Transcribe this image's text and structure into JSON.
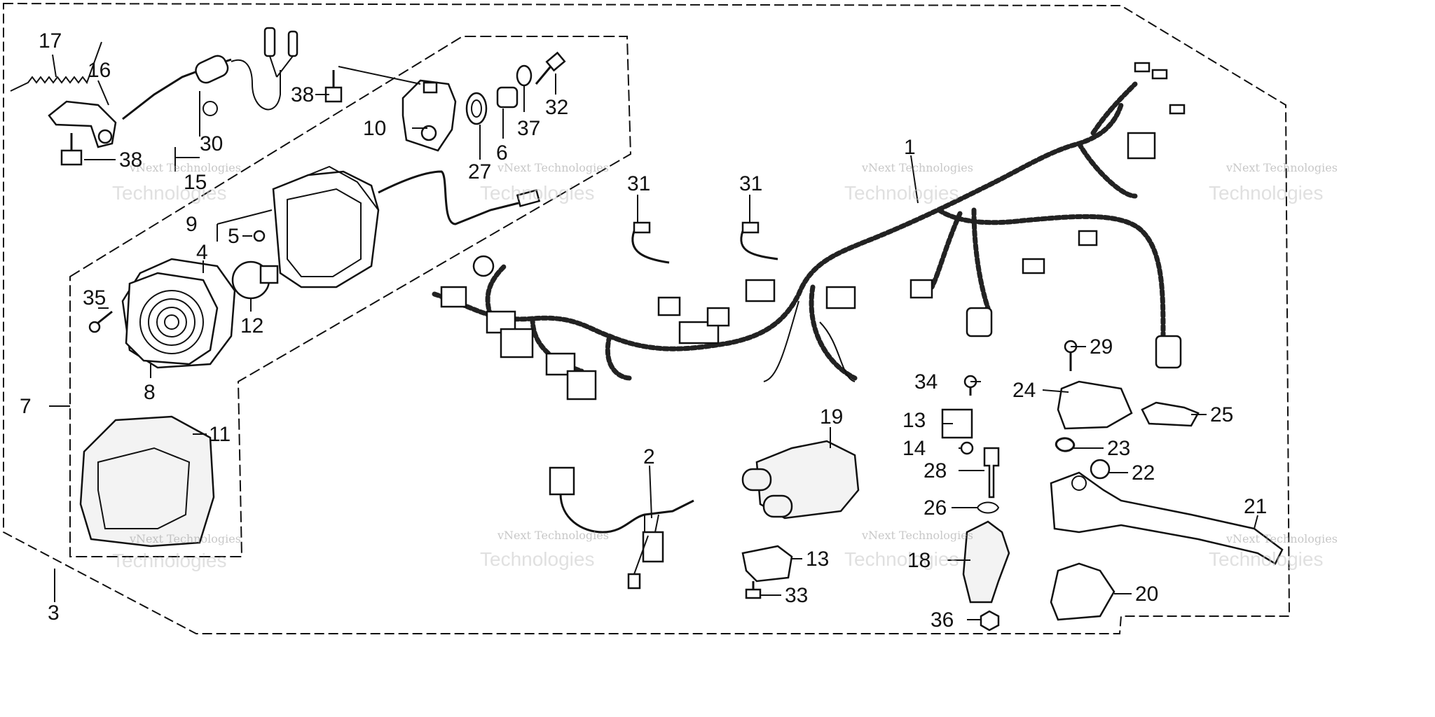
{
  "watermark": {
    "line1": "vNext Technologies",
    "line2": "Technologies"
  },
  "callouts": [
    {
      "id": "c1",
      "text": "1"
    },
    {
      "id": "c2",
      "text": "2"
    },
    {
      "id": "c3",
      "text": "3"
    },
    {
      "id": "c4",
      "text": "4"
    },
    {
      "id": "c5",
      "text": "5"
    },
    {
      "id": "c6",
      "text": "6"
    },
    {
      "id": "c7",
      "text": "7"
    },
    {
      "id": "c8",
      "text": "8"
    },
    {
      "id": "c9",
      "text": "9"
    },
    {
      "id": "c10",
      "text": "10"
    },
    {
      "id": "c11",
      "text": "11"
    },
    {
      "id": "c12",
      "text": "12"
    },
    {
      "id": "c13a",
      "text": "13"
    },
    {
      "id": "c13b",
      "text": "13"
    },
    {
      "id": "c14",
      "text": "14"
    },
    {
      "id": "c15",
      "text": "15"
    },
    {
      "id": "c16",
      "text": "16"
    },
    {
      "id": "c17",
      "text": "17"
    },
    {
      "id": "c18",
      "text": "18"
    },
    {
      "id": "c19",
      "text": "19"
    },
    {
      "id": "c20",
      "text": "20"
    },
    {
      "id": "c21",
      "text": "21"
    },
    {
      "id": "c22",
      "text": "22"
    },
    {
      "id": "c23",
      "text": "23"
    },
    {
      "id": "c24",
      "text": "24"
    },
    {
      "id": "c25",
      "text": "25"
    },
    {
      "id": "c26",
      "text": "26"
    },
    {
      "id": "c27",
      "text": "27"
    },
    {
      "id": "c28",
      "text": "28"
    },
    {
      "id": "c29",
      "text": "29"
    },
    {
      "id": "c30",
      "text": "30"
    },
    {
      "id": "c31a",
      "text": "31"
    },
    {
      "id": "c31b",
      "text": "31"
    },
    {
      "id": "c32",
      "text": "32"
    },
    {
      "id": "c33",
      "text": "33"
    },
    {
      "id": "c34",
      "text": "34"
    },
    {
      "id": "c35",
      "text": "35"
    },
    {
      "id": "c36",
      "text": "36"
    },
    {
      "id": "c37",
      "text": "37"
    },
    {
      "id": "c38a",
      "text": "38"
    },
    {
      "id": "c38b",
      "text": "38"
    }
  ]
}
